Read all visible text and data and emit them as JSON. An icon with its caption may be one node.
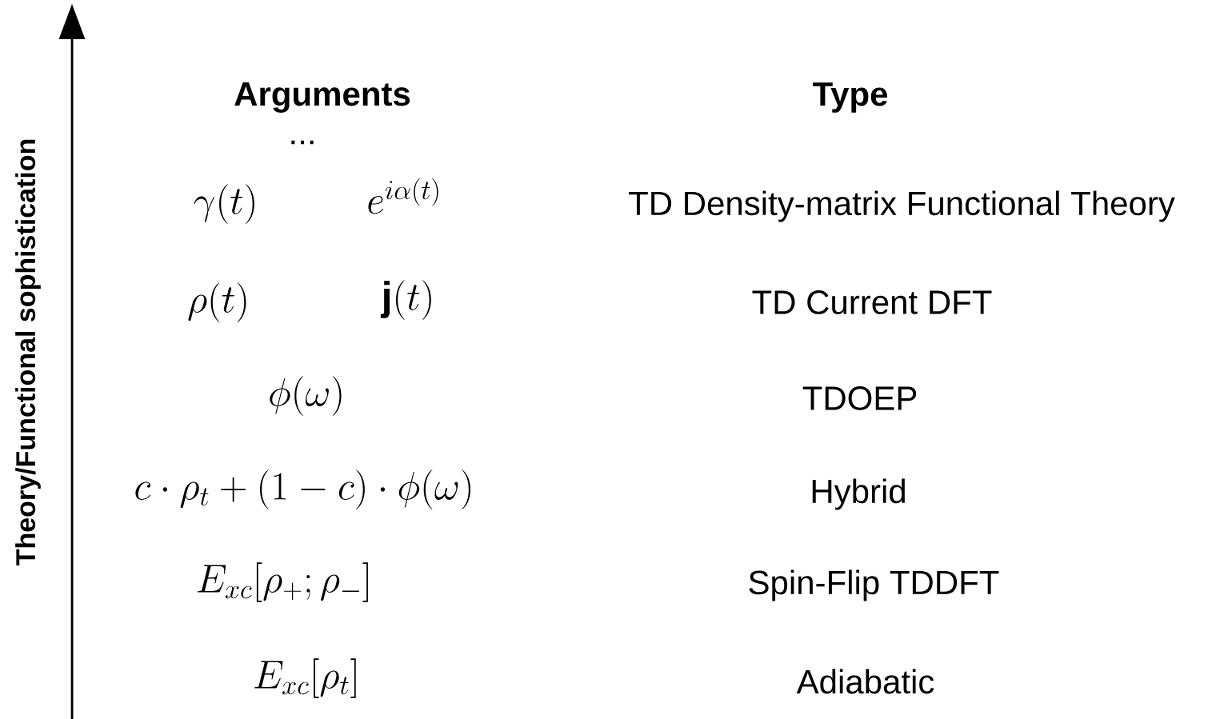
{
  "diagram": {
    "labels": [
      "Theory/Functional sophistication",
      "Arguments",
      "Type",
      "...",
      "\\gamma(t)",
      "e^{i\\alpha(t)}",
      "TD Density-matrix Functional Theory",
      "\\rho(t)",
      "\\mathbf{j}(t)",
      "TD Current DFT",
      "\\phi(\\omega)",
      "TDOEP",
      "c\\cdot\\rho_t+(1-c)\\cdot\\phi(\\omega)",
      "Hybrid",
      "E_{xc}[\\rho_+;\\rho_-]",
      "Spin-Flip TDDFT",
      "E_{xc}[\\rho_t]",
      "Adiabatic"
    ]
  }
}
